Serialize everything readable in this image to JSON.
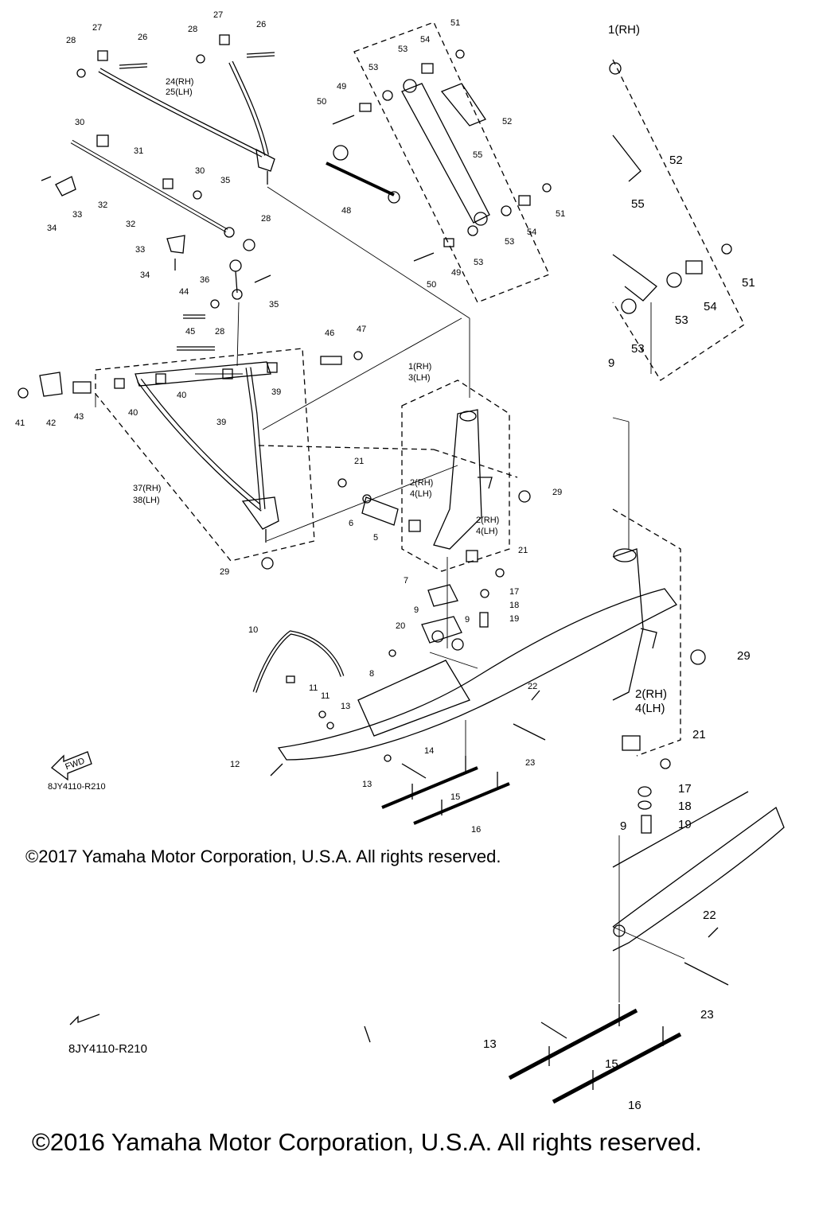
{
  "diagram": {
    "copyright_inner": "©2017 Yamaha Motor Corporation, U.S.A. All rights reserved.",
    "copyright_outer": "©2016 Yamaha Motor Corporation, U.S.A. All rights reserved.",
    "diagram_code_inner": "8JY4110-R210",
    "diagram_code_outer": "8JY4110-R210",
    "fwd_badge": "FWD",
    "callouts": {
      "p1": "1(RH)",
      "p3": "3(LH)",
      "p2": "2(RH)",
      "p4": "4(LH)",
      "p5": "5",
      "p6": "6",
      "p7": "7",
      "p8": "8",
      "p9": "9",
      "p10": "10",
      "p11": "11",
      "p12": "12",
      "p13": "13",
      "p14": "14",
      "p15": "15",
      "p16": "16",
      "p17": "17",
      "p18": "18",
      "p19": "19",
      "p20": "20",
      "p21": "21",
      "p22": "22",
      "p23": "23",
      "p24": "24(RH)",
      "p25": "25(LH)",
      "p26": "26",
      "p27": "27",
      "p28": "28",
      "p29": "29",
      "p30": "30",
      "p31": "31",
      "p32": "32",
      "p33": "33",
      "p34": "34",
      "p35": "35",
      "p36": "36",
      "p37": "37(RH)",
      "p38": "38(LH)",
      "p39": "39",
      "p40": "40",
      "p41": "41",
      "p42": "42",
      "p43": "43",
      "p44": "44",
      "p45": "45",
      "p46": "46",
      "p47": "47",
      "p48": "48",
      "p49": "49",
      "p50": "50",
      "p51": "51",
      "p52": "52",
      "p53": "53",
      "p54": "54",
      "p55": "55"
    }
  }
}
